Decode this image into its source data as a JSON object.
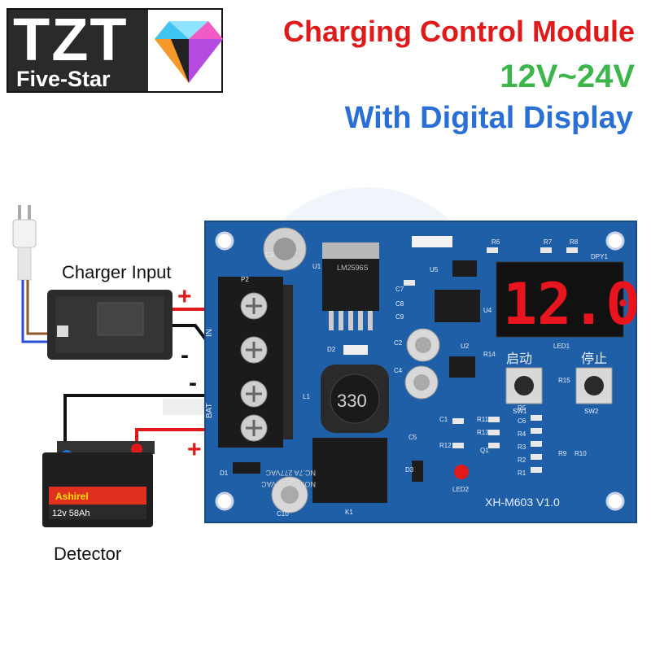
{
  "logo": {
    "brand": "TZT",
    "sub": "Five-Star"
  },
  "headline": {
    "line1": "Charging  Control Module",
    "line2": "12V~24V",
    "line3": "With Digital Display"
  },
  "labels": {
    "charger_input": "Charger Input",
    "detector": "Detector"
  },
  "signs": {
    "plus_in": "+",
    "minus_in": "-",
    "minus_bat": "-",
    "plus_bat": "+"
  },
  "board": {
    "display_value": "12.0",
    "model": "XH-M603  V1.0",
    "btn_start": "启动",
    "btn_stop": "停止",
    "chip": "LM2596S",
    "inductor": "330",
    "relay_line1": "NO:10A  277VAC",
    "relay_line2": "NC:7A   277VAC",
    "terminal_in": "IN",
    "terminal_bat": "BAT",
    "silk_labels": [
      "P2",
      "U1",
      "U5",
      "U4",
      "R6",
      "R7",
      "R8",
      "DPY1",
      "C1",
      "C2",
      "C3",
      "C4",
      "C5",
      "C6",
      "C7",
      "C8",
      "C9",
      "C10",
      "D1",
      "D2",
      "D3",
      "L1",
      "K1",
      "Q1",
      "LED1",
      "LED2",
      "SW1",
      "SW2",
      "R1",
      "R2",
      "R3",
      "R4",
      "R5",
      "R9",
      "R10",
      "R11",
      "R12",
      "R13",
      "R14",
      "R15",
      "U2"
    ]
  },
  "battery": {
    "brand": "Ashirel",
    "model": "12v 58Ah"
  },
  "colors": {
    "headline_red": "#e01a1a",
    "headline_green": "#3cb54a",
    "headline_blue": "#2a6fd6",
    "pcb": "#1f5fa8",
    "display_digit": "#e8141e"
  }
}
